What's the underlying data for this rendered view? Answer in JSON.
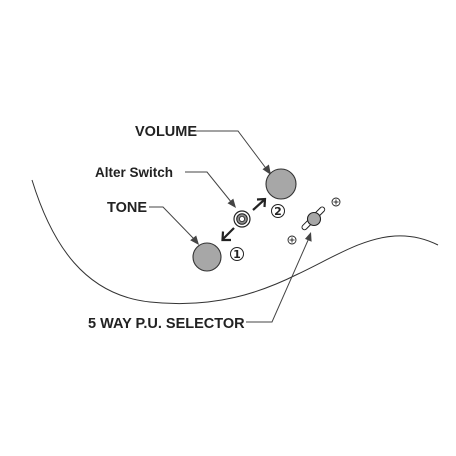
{
  "labels": {
    "volume": "VOLUME",
    "alter_switch": "Alter Switch",
    "tone": "TONE",
    "selector": "5 WAY P.U. SELECTOR"
  },
  "markers": {
    "direction_1": "1",
    "direction_2": "2"
  },
  "colors": {
    "knob_fill": "#a7a7a7",
    "line": "#333333",
    "text": "#222222"
  }
}
